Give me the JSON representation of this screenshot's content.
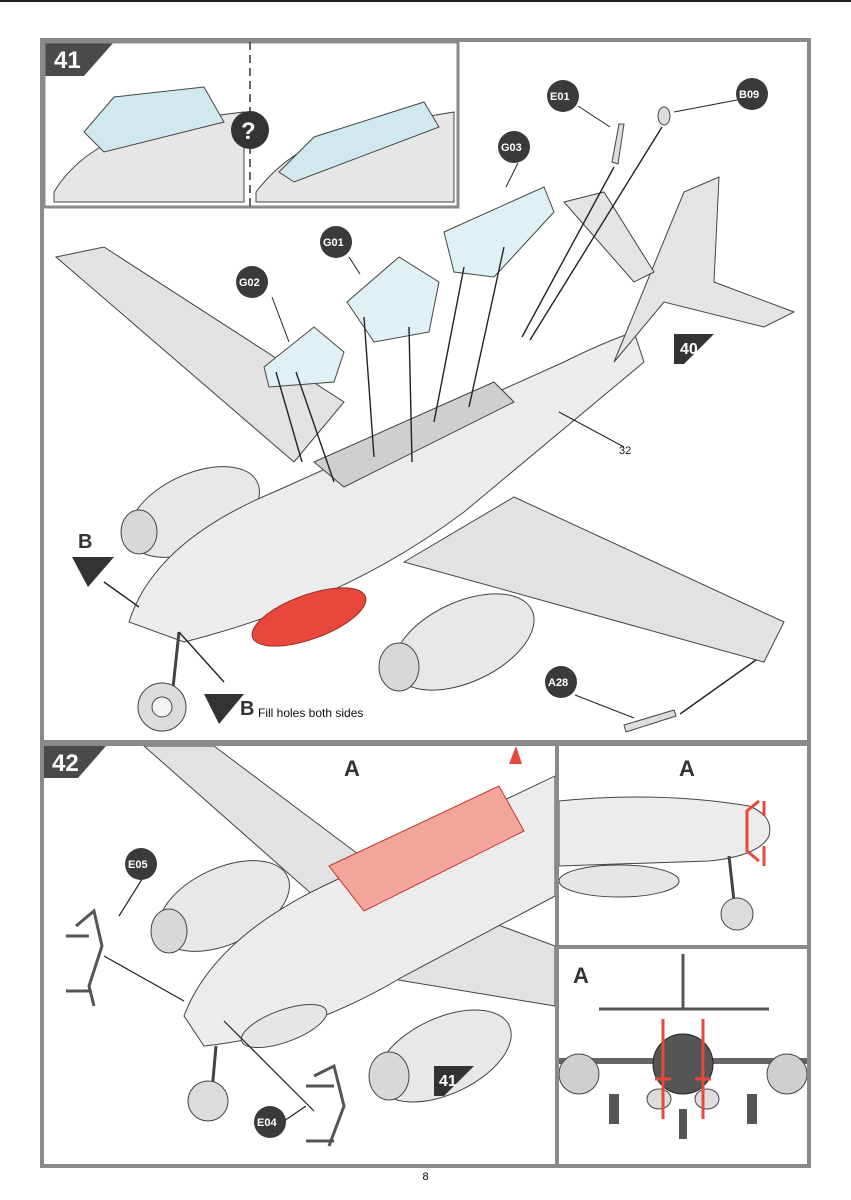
{
  "steps": {
    "s41": "41",
    "s42": "42",
    "ref40": "40",
    "ref41": "41"
  },
  "question_mark": "?",
  "parts": {
    "e01": "E01",
    "b09": "B09",
    "g03": "G03",
    "g01": "G01",
    "g02": "G02",
    "a28": "A28",
    "e05": "E05",
    "e04": "E04"
  },
  "callouts": {
    "ref32": "32",
    "b_top": "B",
    "b_bottom": "B",
    "fill_holes": "Fill holes both sides",
    "a_main": "A",
    "a_side": "A",
    "a_front": "A"
  },
  "page_number": "8",
  "colors": {
    "highlight": "#e8473c",
    "panel_border": "#8a8a8a",
    "label_bg": "#3a3a3a"
  }
}
